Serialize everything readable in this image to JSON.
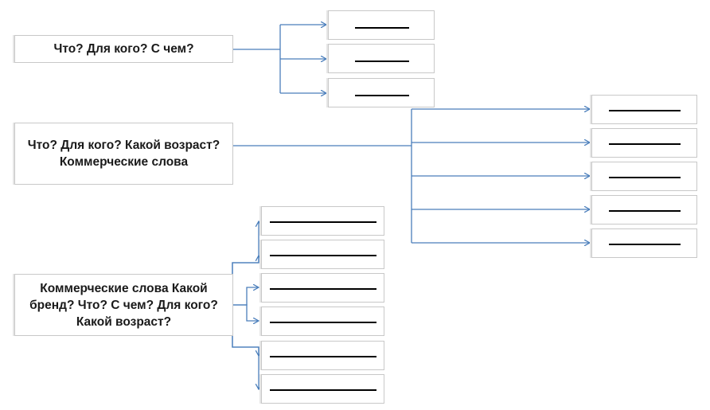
{
  "diagram": {
    "line_color": "#4a7ebb",
    "sources": [
      {
        "id": "q1",
        "text": "Что? Для кого? С чем?"
      },
      {
        "id": "q2",
        "text": "Что? Для кого? Какой возраст? Коммерческие слова"
      },
      {
        "id": "q3",
        "text": "Коммерческие слова Какой бренд? Что? С чем? Для кого? Какой возраст?"
      }
    ]
  }
}
